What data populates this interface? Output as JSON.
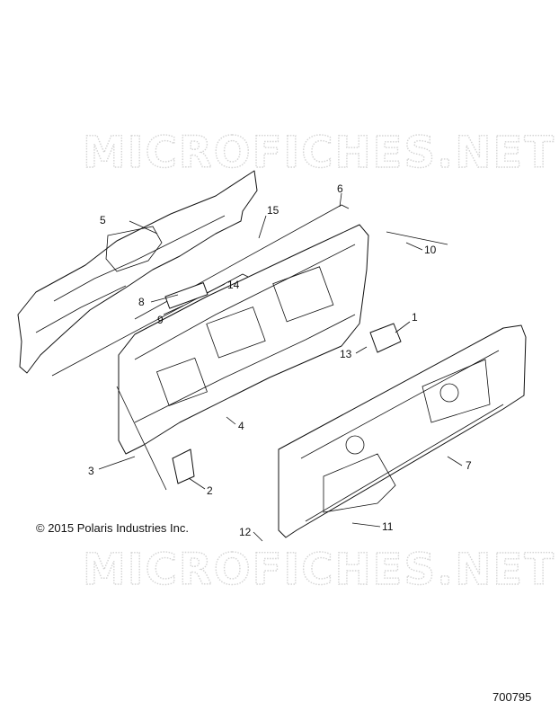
{
  "watermark_text": "MICROFICHES.NET",
  "copyright": "© 2015 Polaris Industries Inc.",
  "diagram_id": "700795",
  "callouts": [
    "1",
    "2",
    "3",
    "4",
    "5",
    "6",
    "7",
    "8",
    "9",
    "10",
    "11",
    "12",
    "13",
    "14",
    "15"
  ]
}
